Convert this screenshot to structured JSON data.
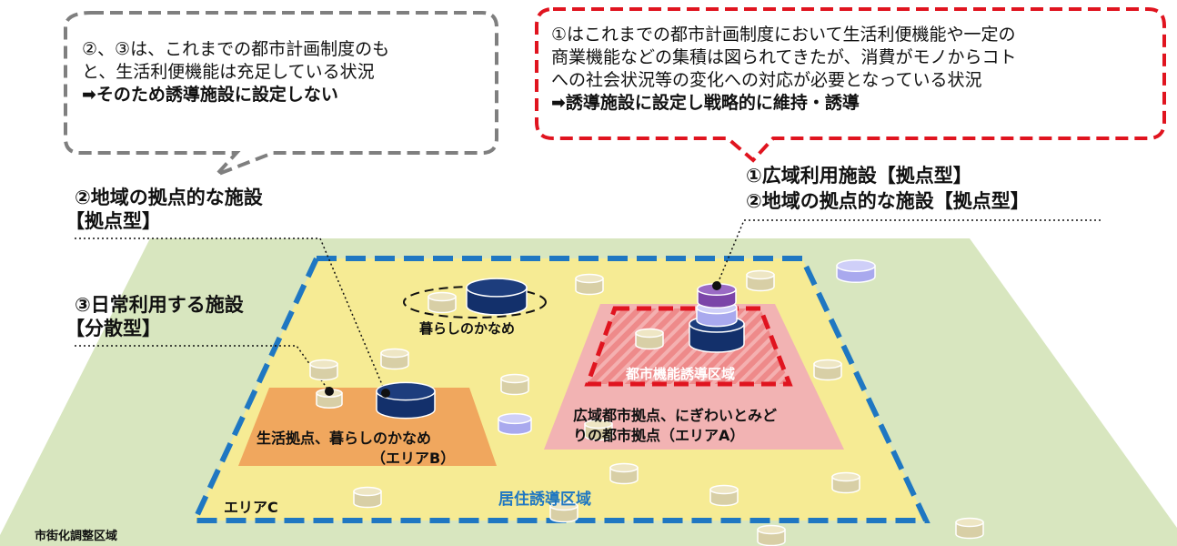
{
  "callouts": {
    "left": {
      "lines": [
        "②、③は、これまでの都市計画制度のも",
        "と、生活利便機能は充足している状況"
      ],
      "conclusion": "➡そのため誘導施設に設定しない"
    },
    "right": {
      "lines": [
        "①はこれまでの都市計画制度において生活利便機能や一定の",
        "商業機能などの集積は図られてきたが、消費がモノからコト",
        "への社会状況等の変化への対応が必要となっている状況"
      ],
      "conclusion": "➡誘導施設に設定し戦略的に維持・誘導"
    }
  },
  "labels": {
    "regional_facility": "②地域の拠点的な施設",
    "regional_facility_type": "【拠点型】",
    "daily_facility": "③日常利用する施設",
    "daily_facility_type": "【分散型】",
    "wide_area_facility": "①広域利用施設【拠点型】",
    "regional_facility_right": "②地域の拠点的な施設【拠点型】"
  },
  "areas": {
    "kaname": "暮らしのかなめ",
    "urban_function_zone": "都市機能誘導区域",
    "area_a_line1": "広域都市拠点、にぎわいとみど",
    "area_a_line2": "りの都市拠点（エリアA）",
    "area_b_line1": "生活拠点、暮らしのかなめ",
    "area_b_line2": "（エリアB）",
    "area_c": "エリアC",
    "residential_zone": "居住誘導区域",
    "urbanization_control": "市街化調整区域"
  },
  "colors": {
    "ground": "#d8e6bf",
    "residential_fill": "#f6eb94",
    "residential_border": "#1f77c2",
    "area_a": "#f2b3b3",
    "area_b": "#f0a75e",
    "urban_zone_border": "#e0141f",
    "left_bubble_border": "#7f7f7f",
    "right_bubble_border": "#e0141f",
    "navy": "#13306b",
    "beige": "#d8cfa6",
    "lavender": "#a9a9ee",
    "purple": "#7b45a8"
  }
}
